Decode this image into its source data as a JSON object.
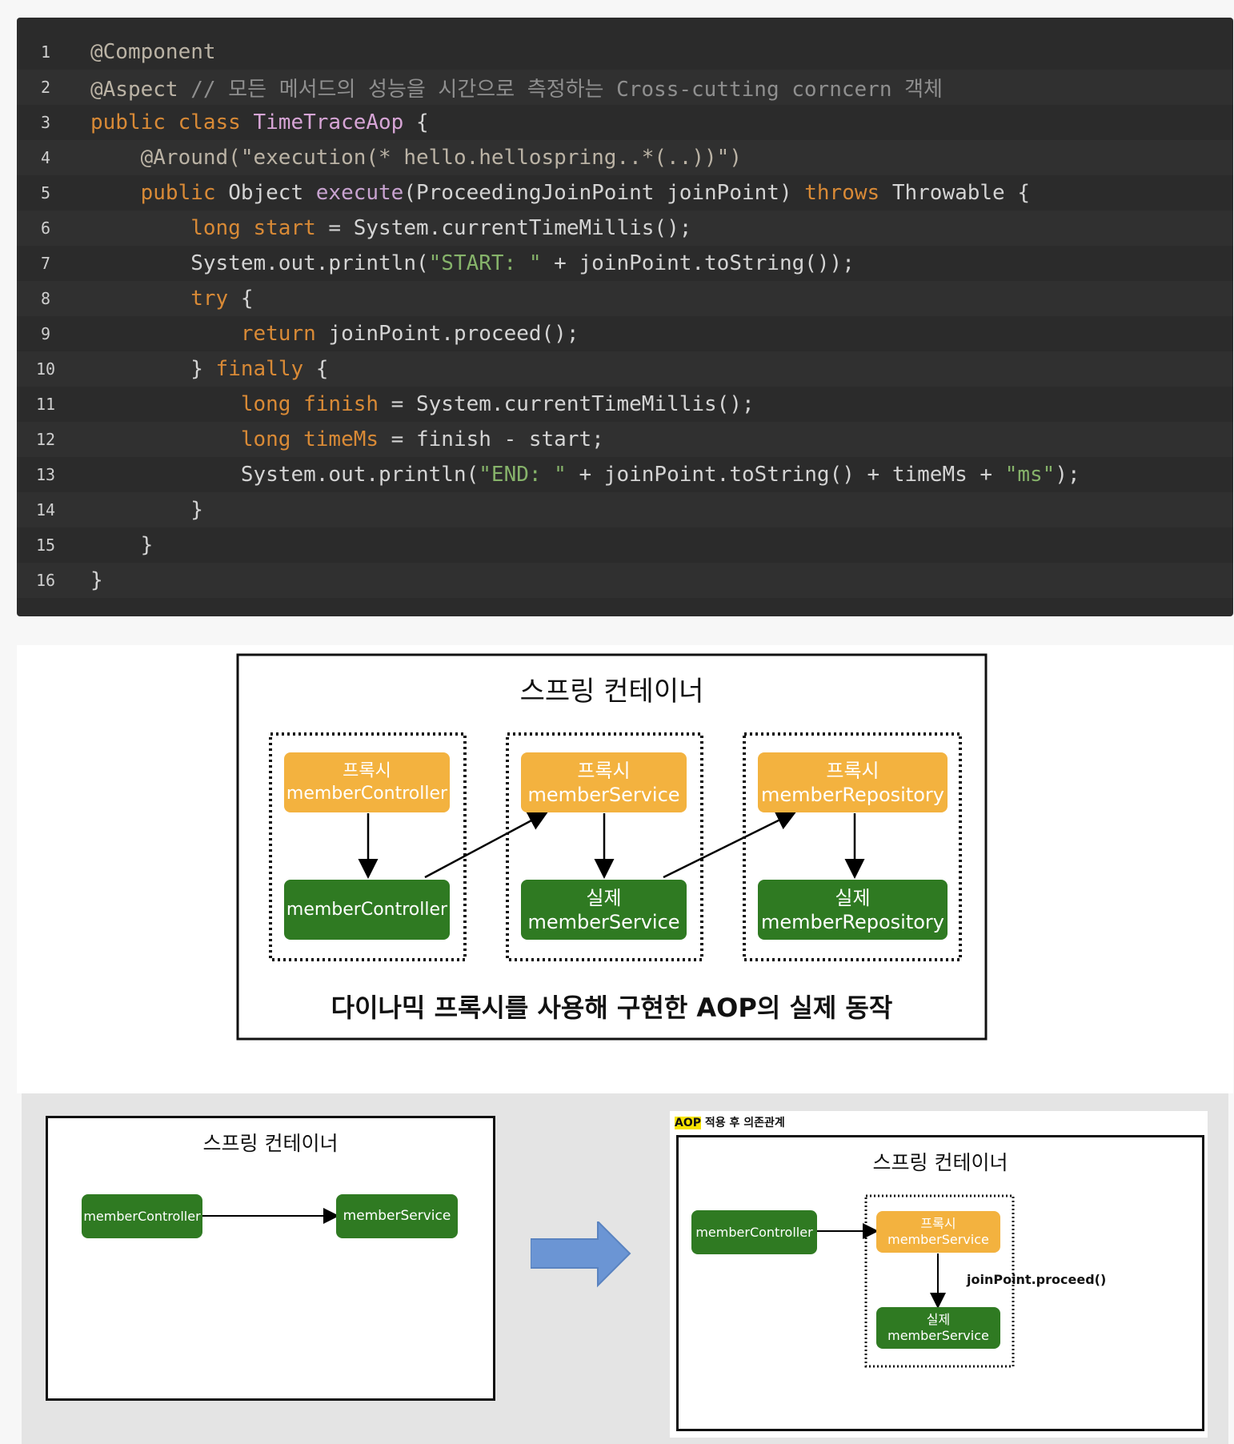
{
  "code": {
    "lines": [
      {
        "n": "1",
        "tokens": [
          {
            "t": "@Component",
            "c": "c-ann"
          }
        ]
      },
      {
        "n": "2",
        "tokens": [
          {
            "t": "@Aspect ",
            "c": "c-ann"
          },
          {
            "t": "// 모든 메서드의 성능을 시간으로 측정하는 Cross-cutting corncern 객체",
            "c": "c-cmt"
          }
        ]
      },
      {
        "n": "3",
        "tokens": [
          {
            "t": "public class ",
            "c": "c-kw"
          },
          {
            "t": "TimeTraceAop",
            "c": "c-cls"
          },
          {
            "t": " {",
            "c": ""
          }
        ]
      },
      {
        "n": "4",
        "tokens": [
          {
            "t": "    @Around(\"execution(* hello.hellospring..*(..))\")",
            "c": "c-ann"
          }
        ]
      },
      {
        "n": "5",
        "tokens": [
          {
            "t": "    public ",
            "c": "c-kw"
          },
          {
            "t": "Object ",
            "c": ""
          },
          {
            "t": "execute",
            "c": "c-method"
          },
          {
            "t": "(ProceedingJoinPoint joinPoint) ",
            "c": ""
          },
          {
            "t": "throws ",
            "c": "c-kw"
          },
          {
            "t": "Throwable {",
            "c": ""
          }
        ]
      },
      {
        "n": "6",
        "tokens": [
          {
            "t": "        long ",
            "c": "c-kw"
          },
          {
            "t": "start",
            "c": "c-var"
          },
          {
            "t": " = System.currentTimeMillis();",
            "c": ""
          }
        ]
      },
      {
        "n": "7",
        "tokens": [
          {
            "t": "        System.out.println(",
            "c": ""
          },
          {
            "t": "\"START: \"",
            "c": "c-str"
          },
          {
            "t": " + joinPoint.toString());",
            "c": ""
          }
        ]
      },
      {
        "n": "8",
        "tokens": [
          {
            "t": "        try ",
            "c": "c-kw"
          },
          {
            "t": "{",
            "c": ""
          }
        ]
      },
      {
        "n": "9",
        "tokens": [
          {
            "t": "            return ",
            "c": "c-kw"
          },
          {
            "t": "joinPoint.proceed();",
            "c": ""
          }
        ]
      },
      {
        "n": "10",
        "tokens": [
          {
            "t": "        } ",
            "c": ""
          },
          {
            "t": "finally ",
            "c": "c-kw"
          },
          {
            "t": "{",
            "c": ""
          }
        ]
      },
      {
        "n": "11",
        "tokens": [
          {
            "t": "            long ",
            "c": "c-kw"
          },
          {
            "t": "finish",
            "c": "c-var"
          },
          {
            "t": " = System.currentTimeMillis();",
            "c": ""
          }
        ]
      },
      {
        "n": "12",
        "tokens": [
          {
            "t": "            long ",
            "c": "c-kw"
          },
          {
            "t": "timeMs",
            "c": "c-var"
          },
          {
            "t": " = finish - start;",
            "c": ""
          }
        ]
      },
      {
        "n": "13",
        "tokens": [
          {
            "t": "            System.out.println(",
            "c": ""
          },
          {
            "t": "\"END: \"",
            "c": "c-str"
          },
          {
            "t": " + joinPoint.toString() + timeMs + ",
            "c": ""
          },
          {
            "t": "\"ms\"",
            "c": "c-str"
          },
          {
            "t": ");",
            "c": ""
          }
        ]
      },
      {
        "n": "14",
        "tokens": [
          {
            "t": "        }",
            "c": ""
          }
        ]
      },
      {
        "n": "15",
        "tokens": [
          {
            "t": "    }",
            "c": ""
          }
        ]
      },
      {
        "n": "16",
        "tokens": [
          {
            "t": "}",
            "c": ""
          }
        ]
      }
    ]
  },
  "diagram_top": {
    "title": "스프링 컨테이너",
    "caption": "다이나믹 프록시를 사용해 구현한 AOP의 실제 동작",
    "proxy_label": "프록시",
    "real_label": "실제",
    "controller": "memberController",
    "service": "memberService",
    "repository": "memberRepository"
  },
  "diagram_before": {
    "title": "스프링 컨테이너",
    "controller": "memberController",
    "service": "memberService"
  },
  "diagram_after": {
    "header_tag": "AOP",
    "header_text": " 적용 후 의존관계",
    "title": "스프링 컨테이너",
    "controller": "memberController",
    "proxy_label": "프록시",
    "real_label": "실제",
    "service": "memberService",
    "call_label": "joinPoint.proceed()"
  },
  "colors": {
    "proxy": "#f3b23f",
    "real": "#2f7a22",
    "arrow": "#6b95d4"
  }
}
